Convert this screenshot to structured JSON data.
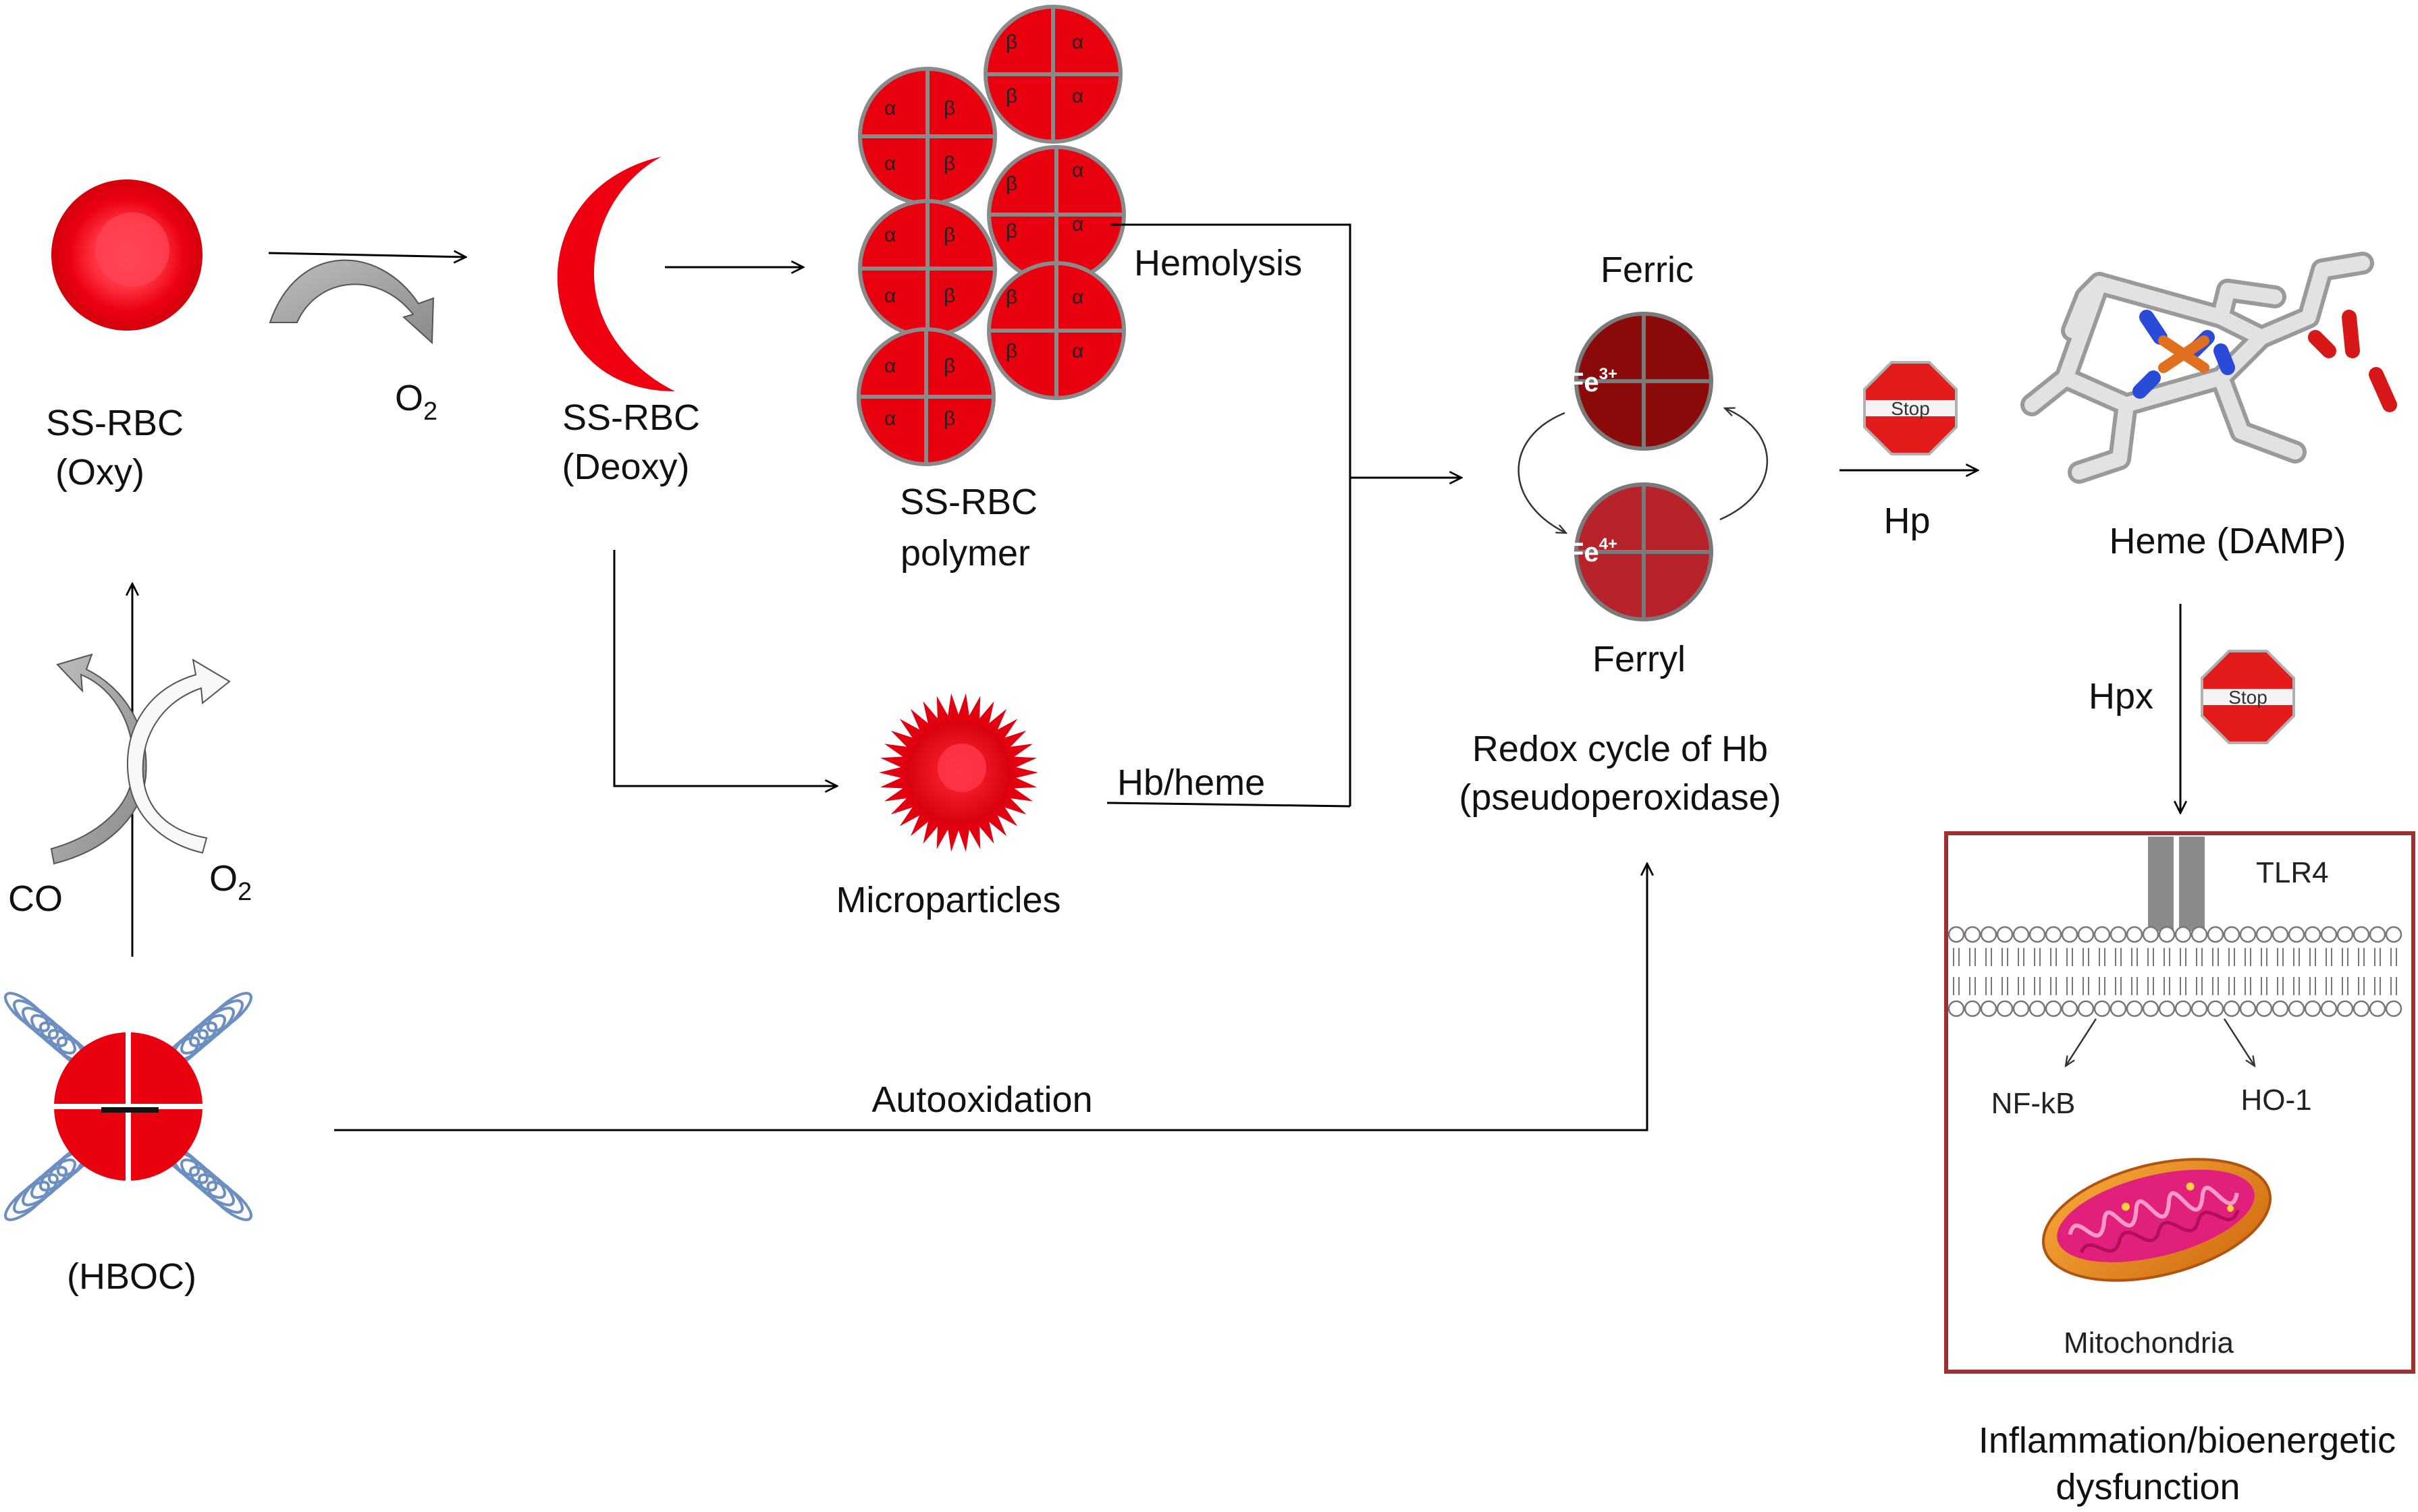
{
  "labels": {
    "ss_rbc_oxy": "SS-RBC",
    "oxy_paren": "(Oxy)",
    "o2_top_base": "O",
    "o2_top_sub": "2",
    "ss_rbc_deoxy": "SS-RBC",
    "deoxy_paren": "(Deoxy)",
    "polymer_line1": "SS-RBC",
    "polymer_line2": "polymer",
    "hemolysis": "Hemolysis",
    "microparticles": "Microparticles",
    "hb_heme": "Hb/heme",
    "ferric": "Ferric",
    "ferryl": "Ferryl",
    "fe3_base": "Fe",
    "fe3_sup": "3+",
    "fe4_base": "Fe",
    "fe4_sup": "4+",
    "redox_line1": "Redox cycle of Hb",
    "redox_line2": "(pseudoperoxidase)",
    "hp": "Hp",
    "stop1": "Stop",
    "heme_damp": "Heme (DAMP)",
    "hpx": "Hpx",
    "stop2": "Stop",
    "tlr4": "TLR4",
    "nfkb": "NF-kB",
    "ho1": "HO-1",
    "mitochondria": "Mitochondria",
    "inflam_line1": "Inflammation/bioenergetic",
    "inflam_line2": "dysfunction",
    "co": "CO",
    "o2_bottom_base": "O",
    "o2_bottom_sub": "2",
    "hboc": "(HBOC)",
    "autooxidation": "Autooxidation",
    "alpha": "α",
    "beta": "β"
  },
  "colors": {
    "rbc_red": "#e8000f",
    "rbc_center": "#ff3b4a",
    "polymer_red": "#e8000f",
    "polymer_stroke": "#808080",
    "ferric": "#8b0a0a",
    "ferryl": "#b8222a",
    "box_border": "#a03030",
    "stop_red": "#e31b1b",
    "coil_blue": "#6a8fc0",
    "arrow": "#000000",
    "membrane": "#777777",
    "mito_outer": "#e88a1a",
    "mito_inner": "#e0207a"
  }
}
